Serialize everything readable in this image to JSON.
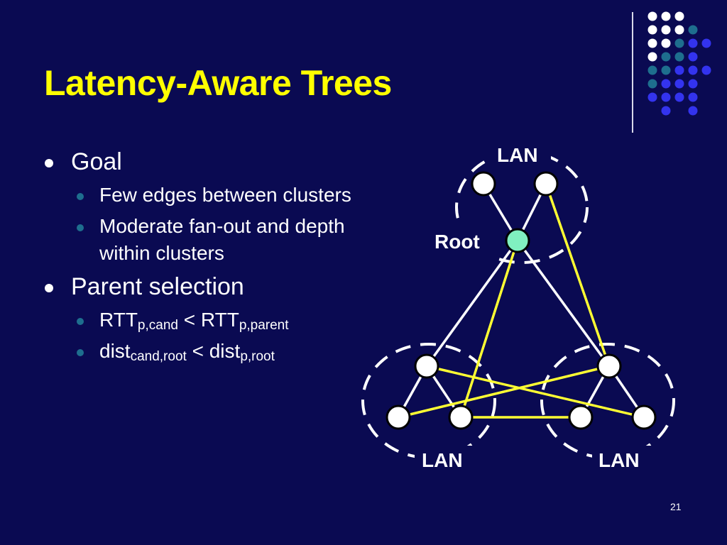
{
  "slide": {
    "title": "Latency-Aware Trees",
    "page_number": "21"
  },
  "bullets": [
    {
      "text": "Goal",
      "level": 1
    },
    {
      "text": "Few edges between clusters",
      "level": 2
    },
    {
      "text": "Moderate fan-out and depth within clusters",
      "level": 2
    },
    {
      "text": "Parent selection",
      "level": 1
    },
    {
      "base1": "RTT",
      "sub1": "p,cand",
      "op": " < ",
      "base2": "RTT",
      "sub2": "p,parent",
      "level": 2
    },
    {
      "base1": "dist",
      "sub1": "cand,root",
      "op": " < ",
      "base2": "dist",
      "sub2": "p,root",
      "level": 2
    }
  ],
  "diagram": {
    "labels": {
      "lan_top": "LAN",
      "lan_left": "LAN",
      "lan_right": "LAN",
      "root": "Root"
    },
    "colors": {
      "tree_edge": "#ffffff",
      "cross_edge": "#ffff33",
      "node": "#ffffff",
      "root_node": "#80f0c0",
      "cluster_outline": "#ffffff"
    }
  },
  "theme": {
    "background": "#0a0a52",
    "title_color": "#ffff00",
    "dot_colors": [
      "#ffffff",
      "#1e6e8e",
      "#3333ee"
    ]
  }
}
